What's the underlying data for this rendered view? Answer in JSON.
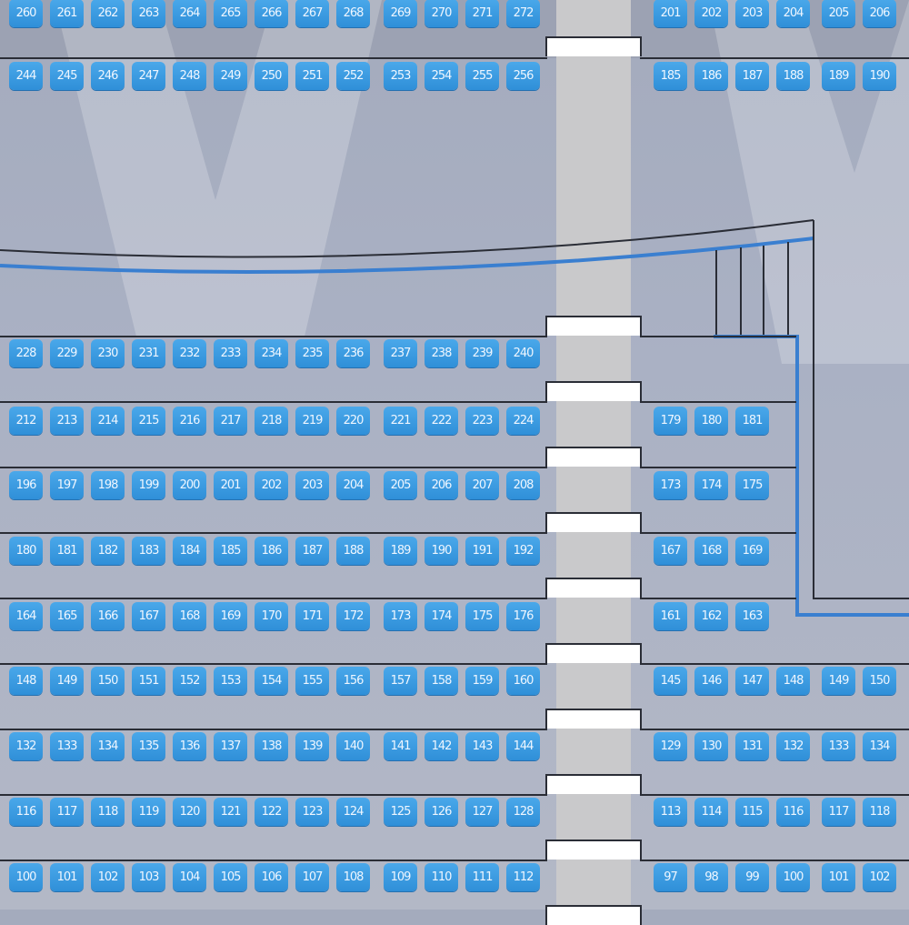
{
  "title": "Seat map",
  "colors": {
    "seat": "#3a9be0",
    "aisle": "#c9c9cb",
    "background": "#aab1c4"
  },
  "rows": [
    {
      "left": [
        "260",
        "261",
        "262",
        "263",
        "264",
        "265",
        "266",
        "267",
        "268",
        "269",
        "270",
        "271",
        "272"
      ],
      "right": [
        "201",
        "202",
        "203",
        "204",
        "205",
        "206"
      ]
    },
    {
      "left": [
        "244",
        "245",
        "246",
        "247",
        "248",
        "249",
        "250",
        "251",
        "252",
        "253",
        "254",
        "255",
        "256"
      ],
      "right": [
        "185",
        "186",
        "187",
        "188",
        "189",
        "190"
      ]
    },
    {
      "left": [
        "228",
        "229",
        "230",
        "231",
        "232",
        "233",
        "234",
        "235",
        "236",
        "237",
        "238",
        "239",
        "240"
      ],
      "right": []
    },
    {
      "left": [
        "212",
        "213",
        "214",
        "215",
        "216",
        "217",
        "218",
        "219",
        "220",
        "221",
        "222",
        "223",
        "224"
      ],
      "right": [
        "179",
        "180",
        "181"
      ]
    },
    {
      "left": [
        "196",
        "197",
        "198",
        "199",
        "200",
        "201",
        "202",
        "203",
        "204",
        "205",
        "206",
        "207",
        "208"
      ],
      "right": [
        "173",
        "174",
        "175"
      ]
    },
    {
      "left": [
        "180",
        "181",
        "182",
        "183",
        "184",
        "185",
        "186",
        "187",
        "188",
        "189",
        "190",
        "191",
        "192"
      ],
      "right": [
        "167",
        "168",
        "169"
      ]
    },
    {
      "left": [
        "164",
        "165",
        "166",
        "167",
        "168",
        "169",
        "170",
        "171",
        "172",
        "173",
        "174",
        "175",
        "176"
      ],
      "right": [
        "161",
        "162",
        "163"
      ]
    },
    {
      "left": [
        "148",
        "149",
        "150",
        "151",
        "152",
        "153",
        "154",
        "155",
        "156",
        "157",
        "158",
        "159",
        "160"
      ],
      "right": [
        "145",
        "146",
        "147",
        "148",
        "149",
        "150"
      ]
    },
    {
      "left": [
        "132",
        "133",
        "134",
        "135",
        "136",
        "137",
        "138",
        "139",
        "140",
        "141",
        "142",
        "143",
        "144"
      ],
      "right": [
        "129",
        "130",
        "131",
        "132",
        "133",
        "134"
      ]
    },
    {
      "left": [
        "116",
        "117",
        "118",
        "119",
        "120",
        "121",
        "122",
        "123",
        "124",
        "125",
        "126",
        "127",
        "128"
      ],
      "right": [
        "113",
        "114",
        "115",
        "116",
        "117",
        "118"
      ]
    },
    {
      "left": [
        "100",
        "101",
        "102",
        "103",
        "104",
        "105",
        "106",
        "107",
        "108",
        "109",
        "110",
        "111",
        "112"
      ],
      "right": [
        "97",
        "98",
        "99",
        "100",
        "101",
        "102"
      ]
    }
  ]
}
